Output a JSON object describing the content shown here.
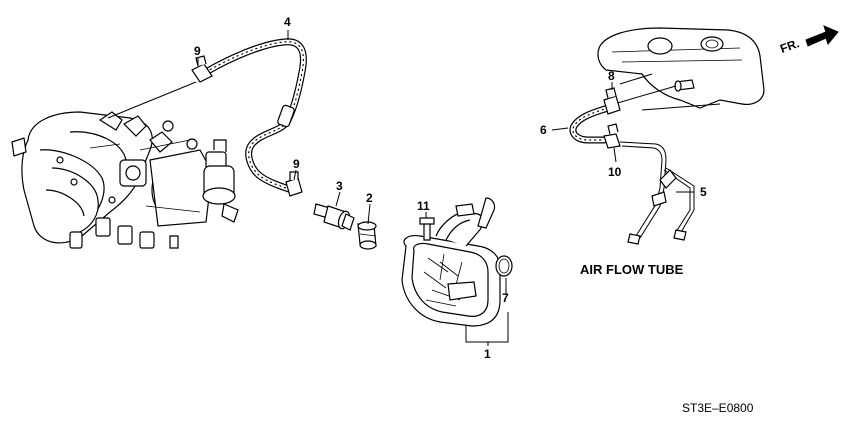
{
  "front_arrow": {
    "label": "FR.",
    "icon": "front-direction-arrow-icon"
  },
  "callouts": [
    "1",
    "2",
    "3",
    "4",
    "5",
    "6",
    "7",
    "8",
    "9",
    "9",
    "10",
    "11"
  ],
  "caption": "AIR FLOW TUBE",
  "reference_code": "ST3E–E0800"
}
